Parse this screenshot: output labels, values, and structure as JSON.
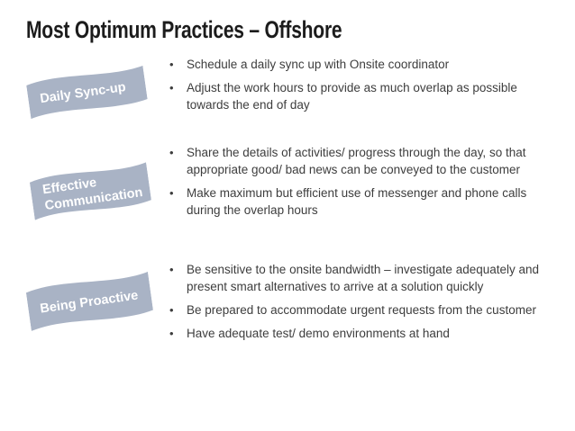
{
  "slide": {
    "title": "Most Optimum Practices – Offshore",
    "bullet_char": "•",
    "colors": {
      "background": "#ffffff",
      "accent": "#a9b3c5",
      "title-color": "#1c1c1c",
      "text-color": "#3d3d3d",
      "shape-label-color": "#ffffff"
    },
    "groups": [
      {
        "label": "Daily Sync-up",
        "bullets": [
          "Schedule a daily sync up with Onsite coordinator",
          "Adjust the work hours to provide as much overlap as possible towards the end of day"
        ]
      },
      {
        "label": "Effective Communication",
        "bullets": [
          "Share the details of activities/ progress through the day, so that appropriate good/ bad news can be conveyed to the customer",
          "Make maximum but efficient use of messenger and phone calls during the overlap hours"
        ]
      },
      {
        "label": "Being Proactive",
        "bullets": [
          "Be sensitive to the onsite bandwidth – investigate adequately and present smart alternatives to arrive at a solution quickly",
          "Be prepared to accommodate urgent requests from the customer",
          "Have adequate test/ demo environments at hand"
        ]
      }
    ]
  }
}
